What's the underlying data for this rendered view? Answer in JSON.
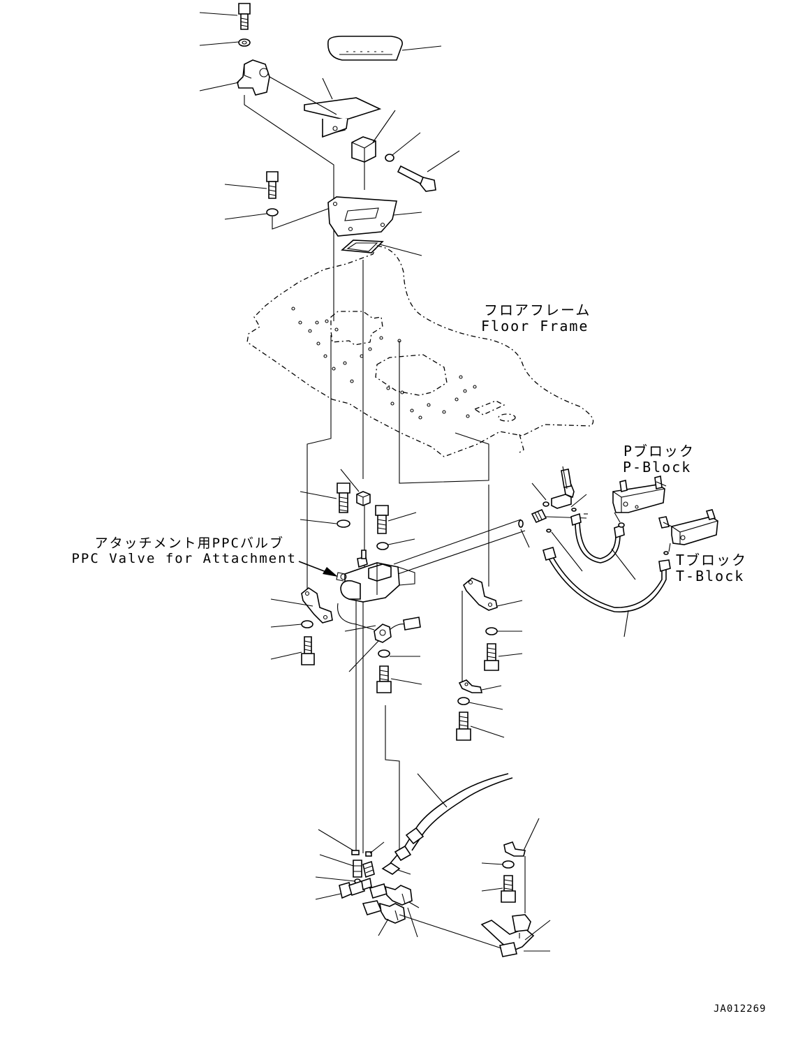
{
  "labels": {
    "floor_frame_jp": "フロアフレーム",
    "floor_frame_en": "Floor Frame",
    "p_block_jp": "Pブロック",
    "p_block_en": "P-Block",
    "t_block_jp": "Tブロック",
    "t_block_en": "T-Block",
    "ppc_valve_jp": "アタッチメント用PPCバルブ",
    "ppc_valve_en": "PPC Valve for Attachment",
    "drawing_number": "JA012269"
  },
  "parts": [
    "bolt-icon",
    "washer-icon",
    "bracket-icon",
    "pedal-cover-icon",
    "pedal-icon",
    "block-icon",
    "plate-icon",
    "seal-icon",
    "floor-frame-icon",
    "ppc-valve-icon",
    "hose-icon",
    "p-block-icon",
    "t-block-icon",
    "switch-icon",
    "clamp-icon"
  ]
}
